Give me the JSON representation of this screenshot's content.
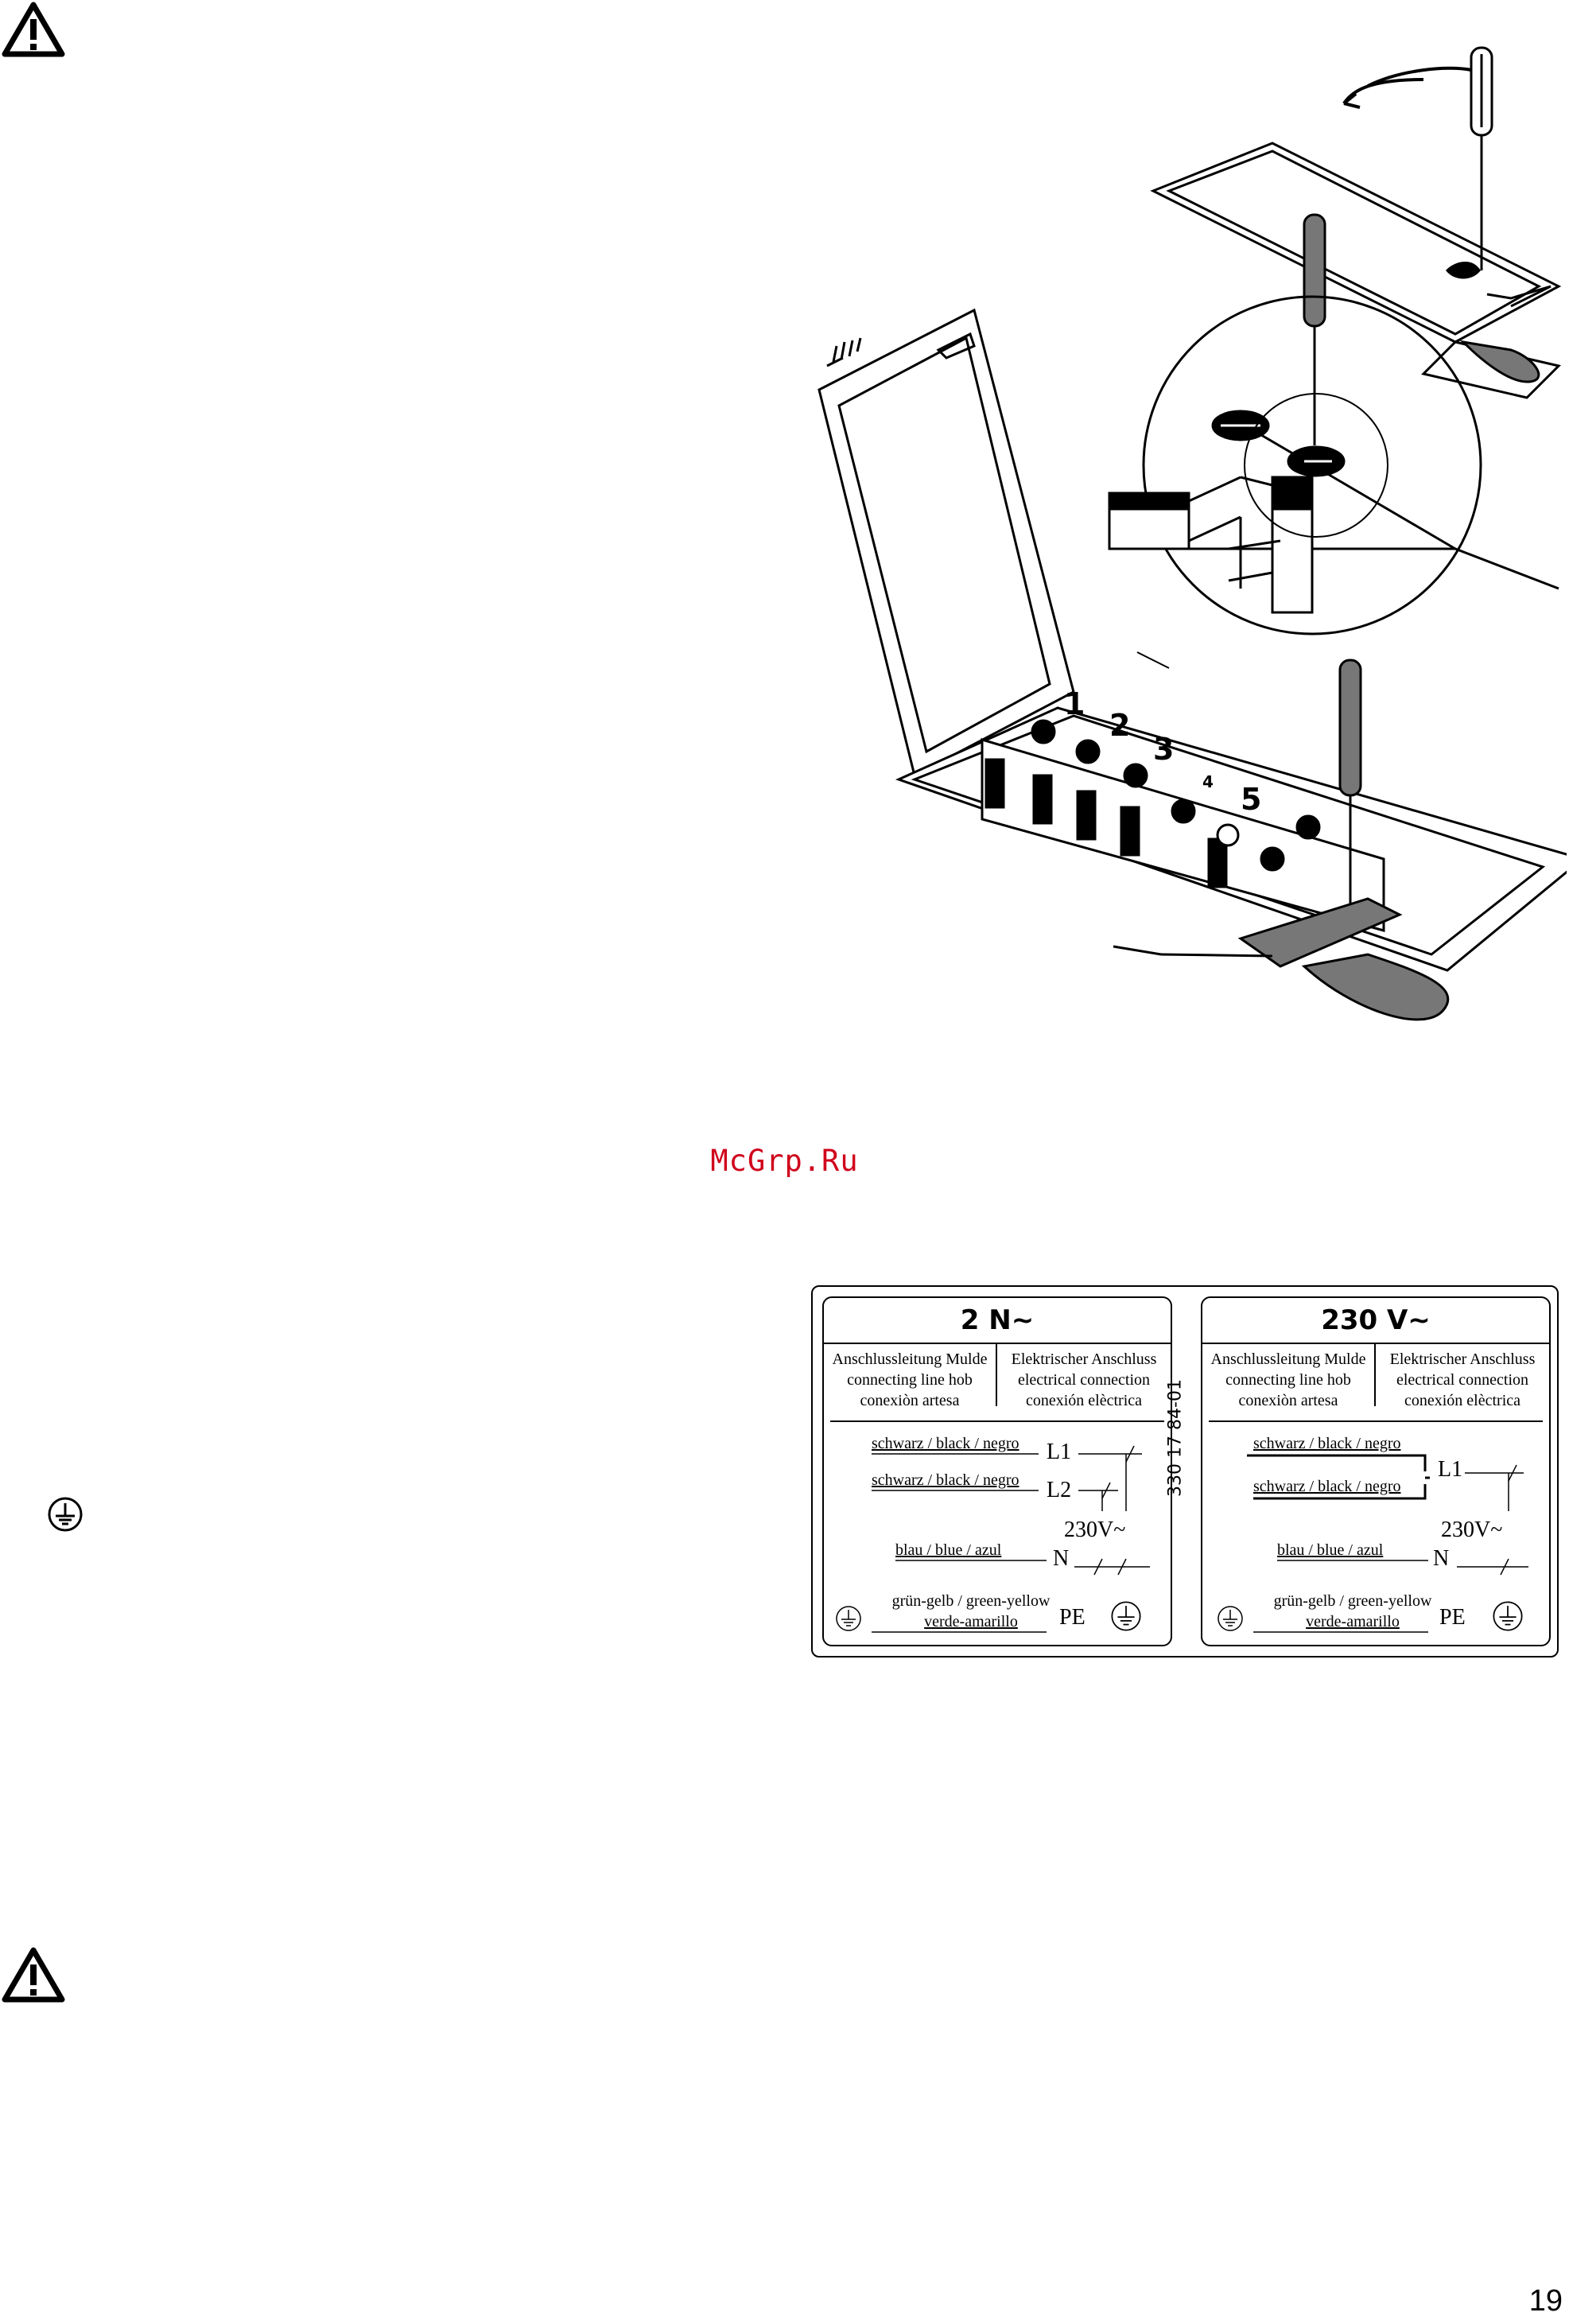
{
  "icons": {
    "warning_top": "warning-triangle-icon",
    "warning_bottom": "warning-triangle-icon",
    "earth": "protective-earth-icon"
  },
  "watermark": "McGrp.Ru",
  "page_number": "19",
  "diagram": {
    "terminal_numbers": [
      "1",
      "2",
      "3",
      "4",
      "5"
    ]
  },
  "wiring_label": {
    "code": "330 17 84-01",
    "panels": [
      {
        "title": "2 N~",
        "caption_left": [
          "Anschlussleitung Mulde",
          "connecting line hob",
          "conexiòn artesa"
        ],
        "caption_right": [
          "Elektrischer Anschluss",
          "electrical connection",
          "conexión elèctrica"
        ],
        "wire1": "schwarz / black / negro",
        "wire2": "schwarz / black / negro",
        "term1": "L1",
        "term2": "L2",
        "voltage": "230V~",
        "wire_neutral": "blau / blue / azul",
        "term_neutral": "N",
        "pe_line1": "grün-gelb / green-yellow",
        "pe_line2": "verde-amarillo",
        "term_pe": "PE"
      },
      {
        "title": "230 V~",
        "caption_left": [
          "Anschlussleitung Mulde",
          "connecting line hob",
          "conexiòn artesa"
        ],
        "caption_right": [
          "Elektrischer Anschluss",
          "electrical connection",
          "conexión elèctrica"
        ],
        "wire1": "schwarz / black / negro",
        "wire2": "schwarz / black / negro",
        "term1": "L1",
        "voltage": "230V~",
        "wire_neutral": "blau / blue / azul",
        "term_neutral": "N",
        "pe_line1": "grün-gelb / green-yellow",
        "pe_line2": "verde-amarillo",
        "term_pe": "PE"
      }
    ]
  }
}
